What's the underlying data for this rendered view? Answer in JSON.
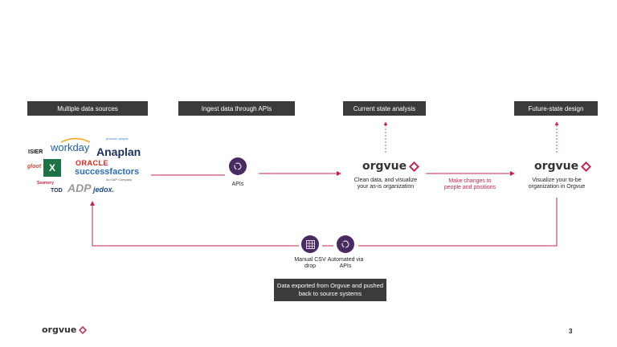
{
  "headers": {
    "sources": "Multiple data sources",
    "ingest": "Ingest data through APIs",
    "current": "Current state analysis",
    "future": "Future-state design"
  },
  "sources": {
    "workday": "workday",
    "anaplan": "Anaplan",
    "oracle": "ORACLE",
    "successfactors": "successfactors",
    "sf_sub": "An SAP Company",
    "adp": "ADP",
    "jedox": "jedox.",
    "isier": "ISIER",
    "glint": "gloot",
    "seamless": "Seamery",
    "tod": "TOD",
    "phenom": "phenom people"
  },
  "apis_label": "APIs",
  "orgvue_brand": "orgvue",
  "current_desc": "Clean data, and visualize your as-is organization",
  "future_desc": "Visualize your to-be organization in Orgvue",
  "changes_label": "Make changes to people and positions",
  "csv_label": "Manual CSV drop",
  "auto_label": "Automated via APIs",
  "export_box": "Data exported from Orgvue and pushed back to source systems",
  "page_number": "3",
  "colors": {
    "accent": "#c3264e",
    "purple": "#4a2a63",
    "dark": "#3b3b3b"
  }
}
